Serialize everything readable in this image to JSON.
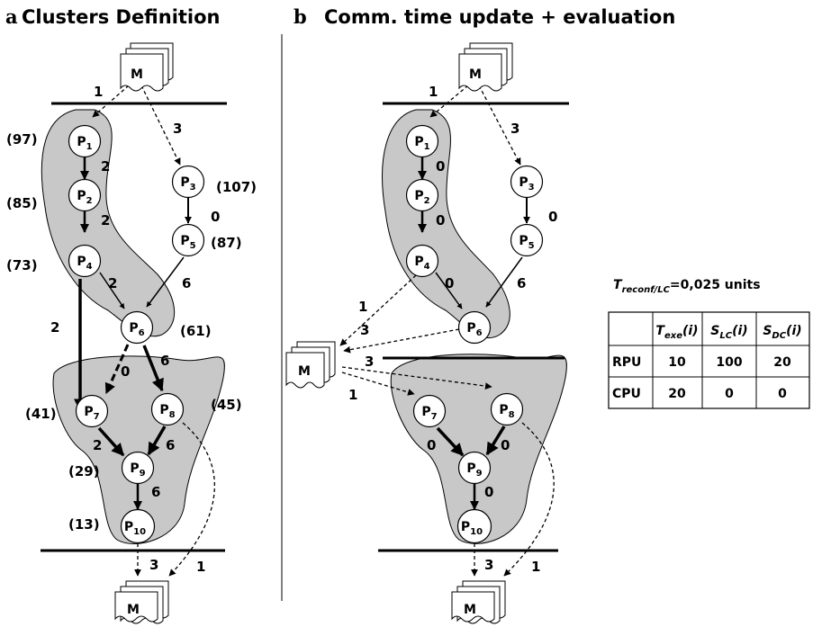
{
  "panel_a": {
    "letter": "a",
    "title": "Clusters Definition",
    "edges": {
      "m_p1": "1",
      "m_p3": "3",
      "p1_p2": "2",
      "p2_p4": "2",
      "p3_p5": "0",
      "p4_p6": "2",
      "p5_p6": "6",
      "p4_p7": "2",
      "p6_p7": "0",
      "p6_p8": "6",
      "p7_p9": "2",
      "p8_p9": "6",
      "p9_p10": "6",
      "p10_m": "3",
      "p8_m": "1"
    },
    "weights": {
      "p1": "(97)",
      "p2": "(85)",
      "p3": "(107)",
      "p4": "(73)",
      "p5": "(87)",
      "p6": "(61)",
      "p7": "(41)",
      "p8": "(45)",
      "p9": "(29)",
      "p10": "(13)"
    }
  },
  "panel_b": {
    "letter": "b",
    "title": "Comm. time update + evaluation",
    "edges": {
      "m_p1": "1",
      "m_p3": "3",
      "p1_p2": "0",
      "p2_p4": "0",
      "p3_p5": "0",
      "p4_p6": "0",
      "p5_p6": "6",
      "p4_m": "1",
      "p6_m": "3",
      "m_p7": "1",
      "m_p8": "3",
      "p7_p9": "0",
      "p8_p9": "0",
      "p9_p10": "0",
      "p10_m": "3",
      "p8_m": "1"
    }
  },
  "node_letter": "P",
  "memory_label": "M",
  "reconf": {
    "symbol": "T",
    "subscript": "reconf/LC",
    "value": "=0,025 units"
  },
  "table": {
    "headers": [
      {
        "main": "T",
        "sub": "exe",
        "arg": "(i)"
      },
      {
        "main": "S",
        "sub": "LC",
        "arg": "(i)"
      },
      {
        "main": "S",
        "sub": "DC",
        "arg": "(i)"
      }
    ],
    "rows": [
      {
        "label": "RPU",
        "values": [
          "10",
          "100",
          "20"
        ]
      },
      {
        "label": "CPU",
        "values": [
          "20",
          "0",
          "0"
        ]
      }
    ]
  }
}
